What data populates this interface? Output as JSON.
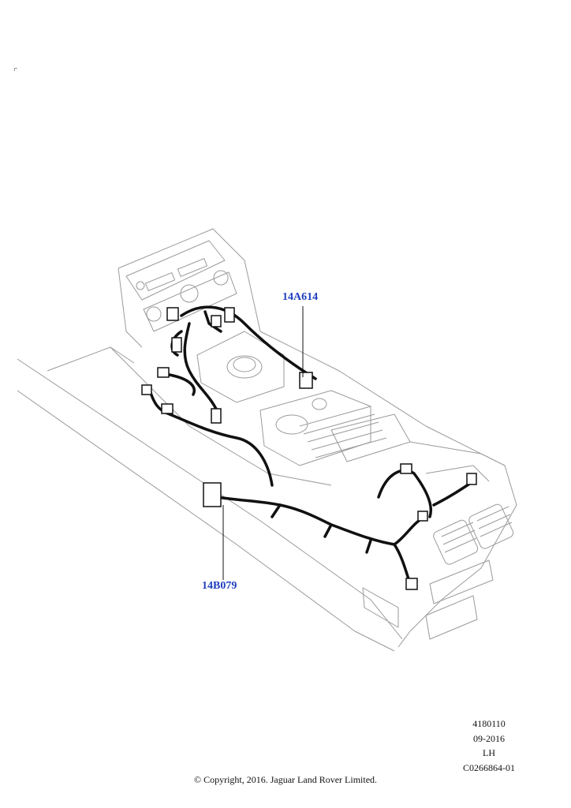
{
  "callouts": {
    "part_a": "14A614",
    "part_b": "14B079"
  },
  "reference": {
    "line1": "4180110",
    "line2": "09-2016",
    "line3": "LH",
    "line4": "C0266864-01"
  },
  "copyright": "© Copyright, 2016. Jaguar Land Rover Limited.",
  "colors": {
    "outline": "#9a9a9a",
    "harness": "#111111",
    "callout": "#1f3fbf"
  }
}
